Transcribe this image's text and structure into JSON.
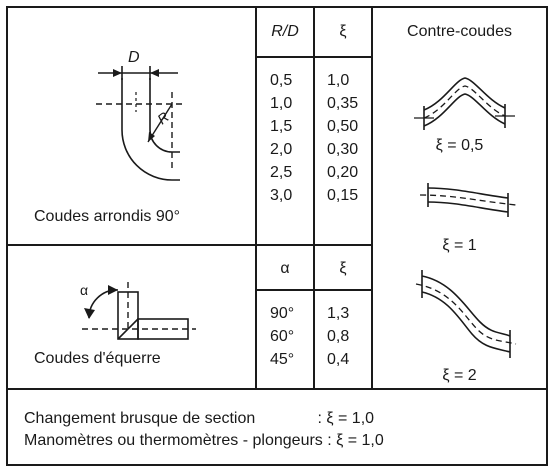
{
  "rounded_bends": {
    "label": "Coudes arrondis 90°",
    "header_rd": "R/D",
    "header_xi": "ξ",
    "symbol_d": "D",
    "symbol_r": "R",
    "rd_values": [
      "0,5",
      "1,0",
      "1,5",
      "2,0",
      "2,5",
      "3,0"
    ],
    "xi_values": [
      "1,0",
      "0,35",
      "0,50",
      "0,30",
      "0,20",
      "0,15"
    ]
  },
  "square_bends": {
    "label": "Coudes d'équerre",
    "header_alpha": "α",
    "header_xi": "ξ",
    "symbol_alpha": "α",
    "alpha_values": [
      "90°",
      "60°",
      "45°"
    ],
    "xi_values": [
      "1,3",
      "0,8",
      "0,4"
    ]
  },
  "counter_bends": {
    "header": "Contre-coudes",
    "captions": [
      "ξ = 0,5",
      "ξ = 1",
      "ξ = 2"
    ]
  },
  "footer": {
    "lines": [
      "Changement brusque de section              : ξ = 1,0",
      "Manomètres ou thermomètres - plongeurs : ξ = 1,0"
    ]
  }
}
